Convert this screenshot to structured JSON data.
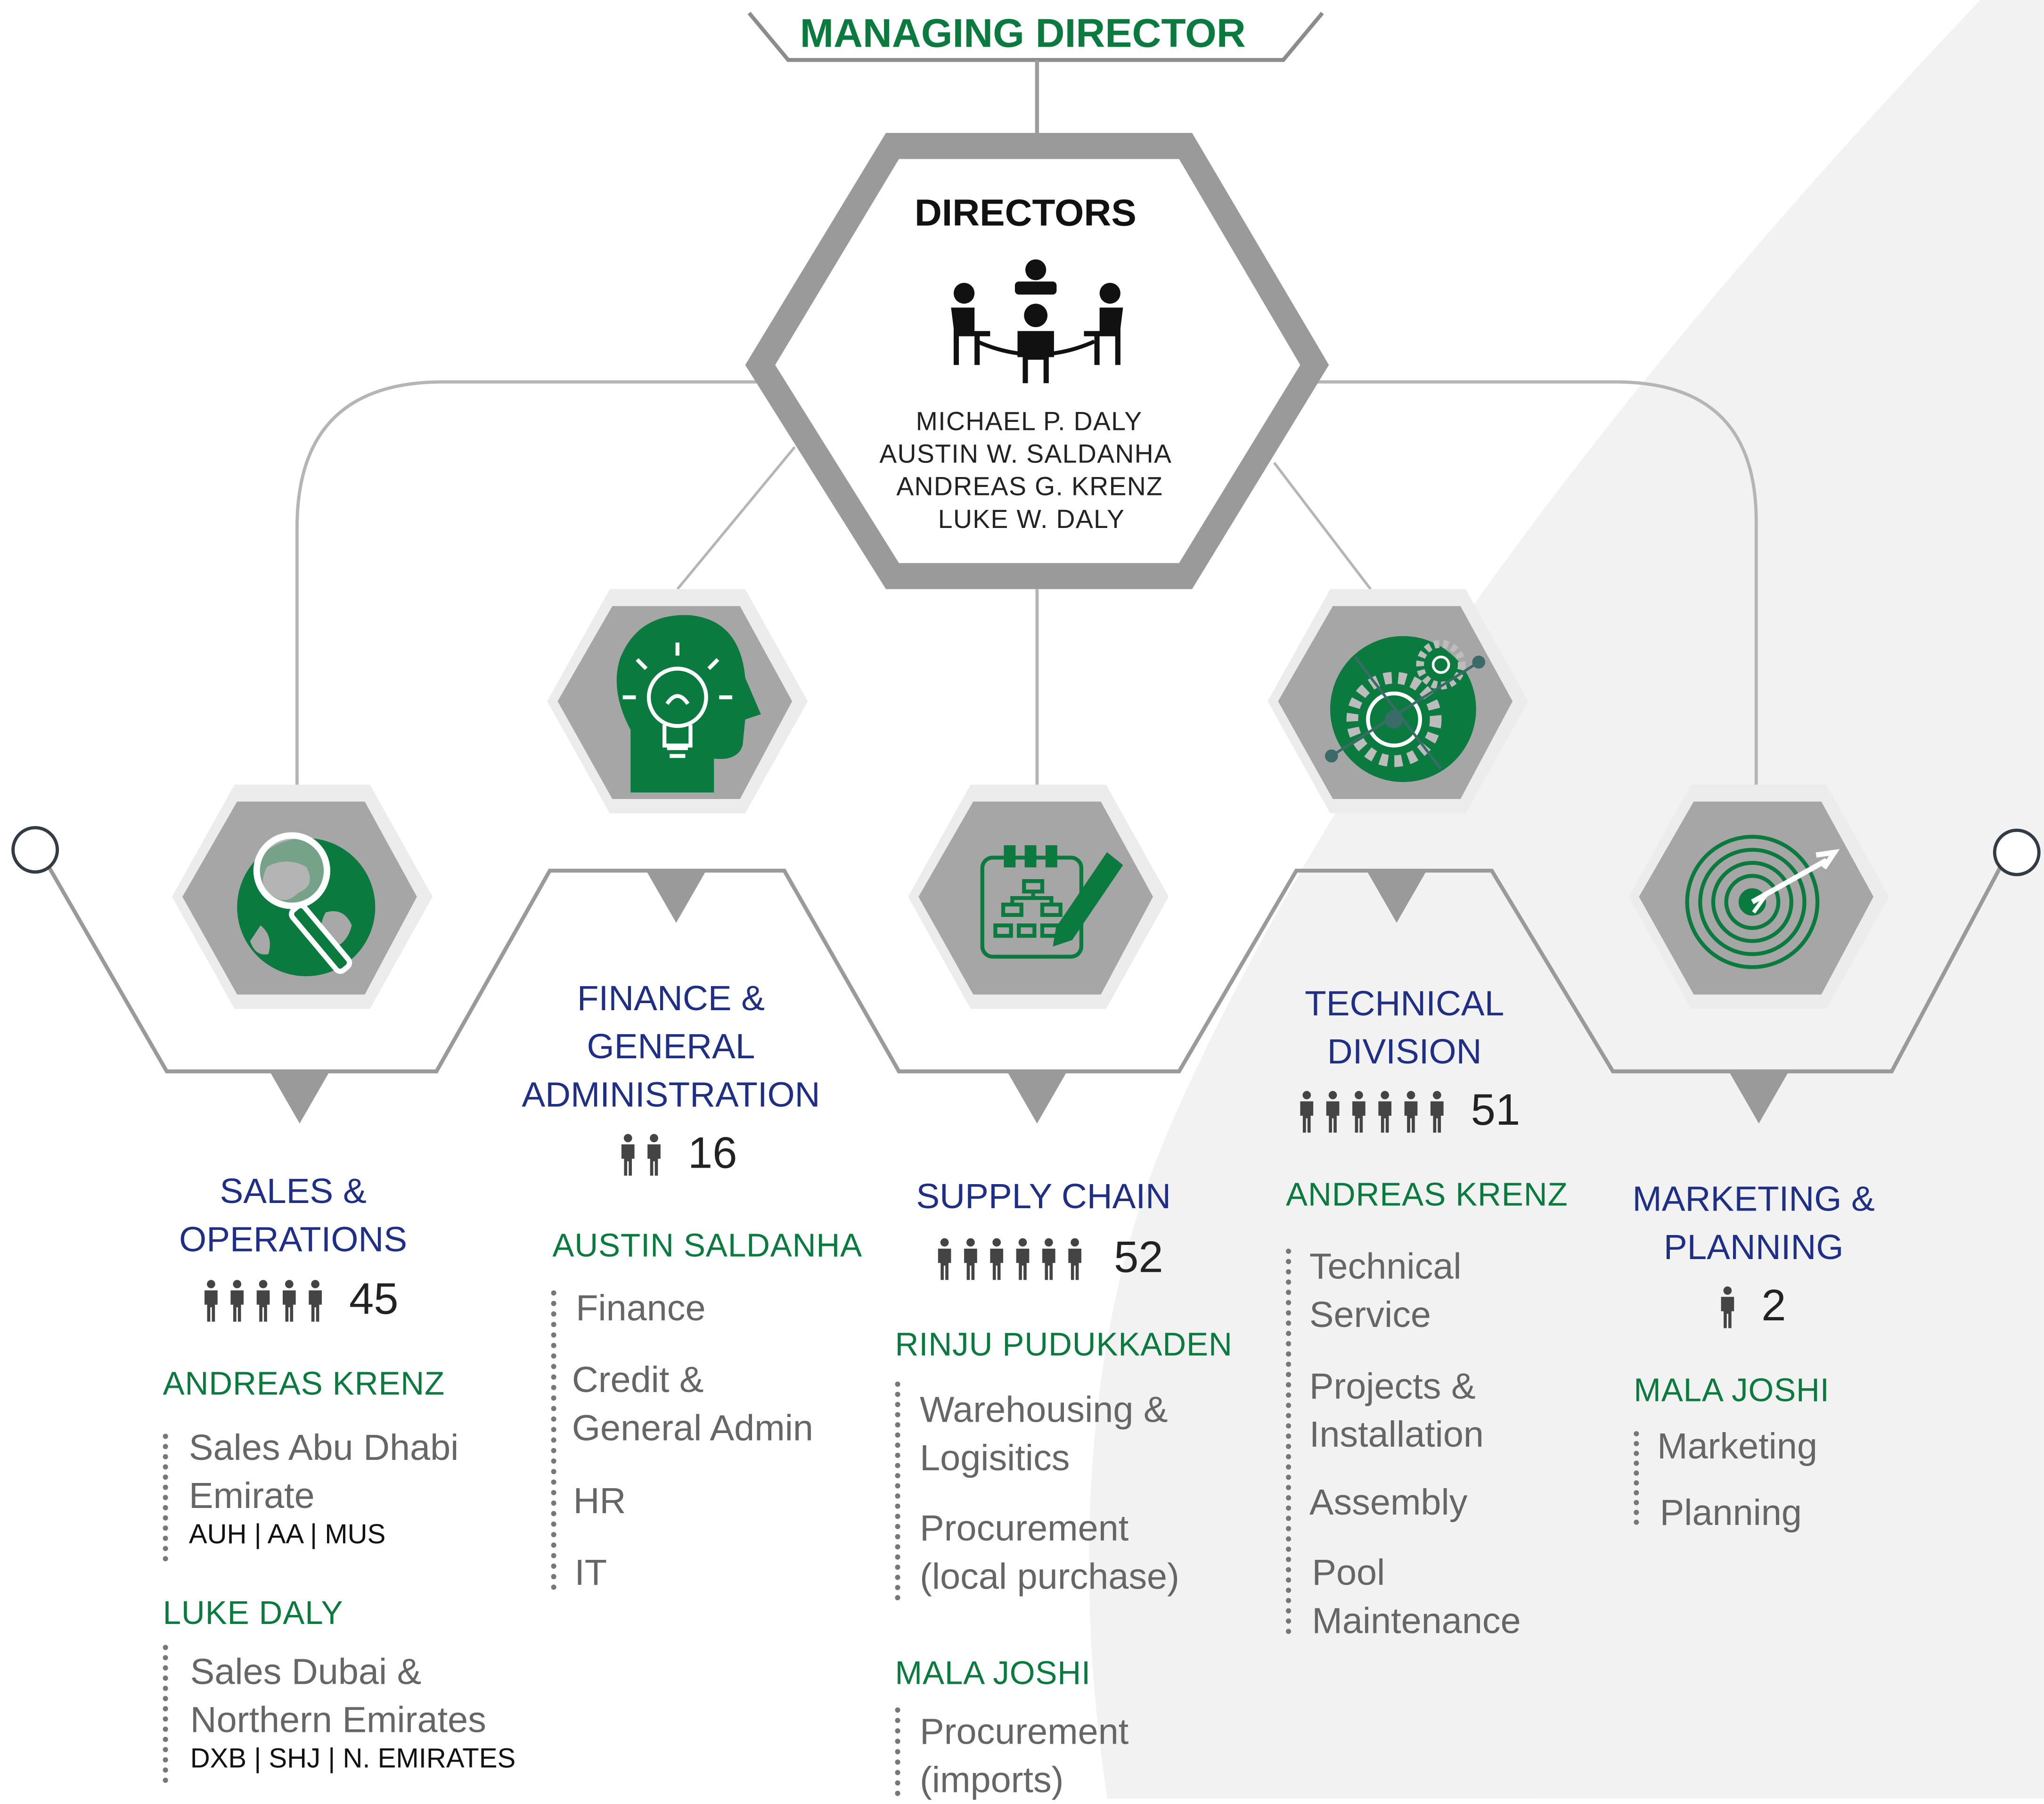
{
  "header": {
    "title": "MANAGING DIRECTOR"
  },
  "directors": {
    "heading": "DIRECTORS",
    "names": [
      "MICHAEL P. DALY",
      "AUSTIN W. SALDANHA",
      "ANDREAS G. KRENZ",
      "LUKE W. DALY"
    ]
  },
  "icons": {
    "sales": "globe-magnifier-icon",
    "finance": "head-lightbulb-icon",
    "supply": "clipboard-flowchart-icon",
    "technical": "gears-icon",
    "marketing": "target-arrow-icon",
    "board": "boardroom-meeting-icon"
  },
  "colors": {
    "green": "#0b7a3e",
    "navy": "#1f2f86",
    "grey": "#9a9a9a"
  },
  "departments": {
    "sales": {
      "name": "SALES & OPERATIONS",
      "name_lines": [
        "SALES &",
        "OPERATIONS"
      ],
      "count": "45",
      "people_icons": 5,
      "groups": [
        {
          "lead": "ANDREAS KRENZ",
          "items": [
            "Sales Abu Dhabi",
            "Emirate"
          ],
          "locations": "AUH | AA | MUS"
        },
        {
          "lead": "LUKE DALY",
          "items": [
            "Sales Dubai &",
            "Northern Emirates"
          ],
          "locations": "DXB | SHJ | N. EMIRATES"
        }
      ]
    },
    "finance": {
      "name_lines": [
        "FINANCE &",
        "GENERAL",
        "ADMINISTRATION"
      ],
      "count": "16",
      "people_icons": 2,
      "lead": "AUSTIN SALDANHA",
      "items": [
        "Finance",
        "Credit &",
        "General Admin",
        "HR",
        "IT"
      ]
    },
    "supply": {
      "name_lines": [
        "SUPPLY CHAIN"
      ],
      "count": "52",
      "people_icons": 6,
      "groups": [
        {
          "lead": "RINJU PUDUKKADEN",
          "items": [
            "Warehousing &",
            "Logisitics",
            "Procurement",
            "(local purchase)"
          ]
        },
        {
          "lead": "MALA JOSHI",
          "items": [
            "Procurement",
            "(imports)"
          ]
        }
      ]
    },
    "technical": {
      "name_lines": [
        "TECHNICAL",
        "DIVISION"
      ],
      "count": "51",
      "people_icons": 6,
      "lead": "ANDREAS KRENZ",
      "items": [
        "Technical",
        "Service",
        "Projects &",
        "Installation",
        "Assembly",
        "Pool",
        "Maintenance"
      ]
    },
    "marketing": {
      "name_lines": [
        "MARKETING &",
        "PLANNING"
      ],
      "count": "2",
      "people_icons": 1,
      "lead": "MALA JOSHI",
      "items": [
        "Marketing",
        "Planning"
      ]
    }
  }
}
